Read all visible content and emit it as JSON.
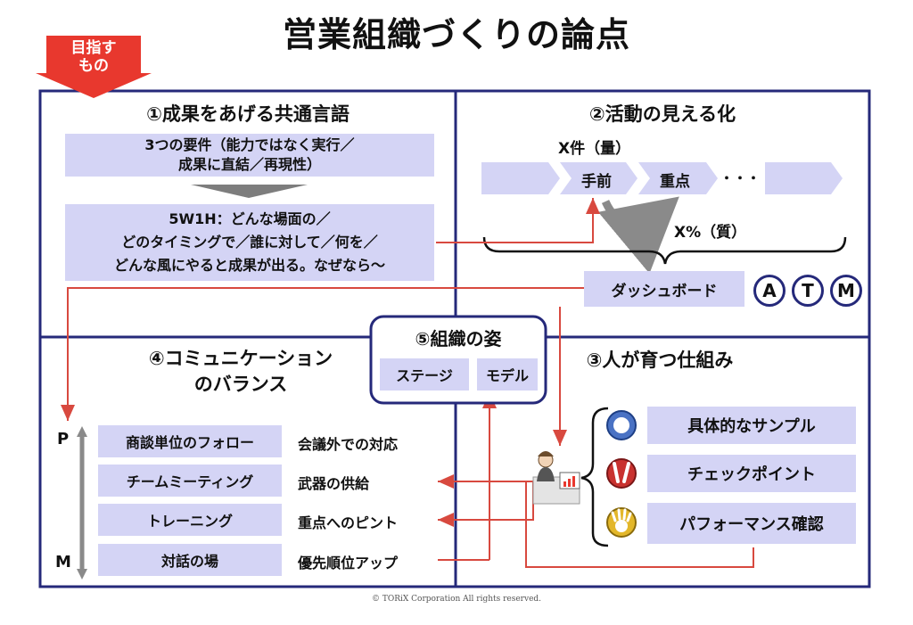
{
  "title": "営業組織づくりの論点",
  "goal_badge": "目指す\nもの",
  "q1": {
    "heading": "①成果をあげる共通言語",
    "box1": "3つの要件（能力ではなく実行／\n成果に直結／再現性）",
    "box2": "5W1H：どんな場面の／\nどのタイミングで／誰に対して／何を／\nどんな風にやると成果が出る。なぜなら〜"
  },
  "q2": {
    "heading": "②活動の見える化",
    "x_label": "X件（量）",
    "step_near": "手前",
    "step_key": "重点",
    "dots": "・・・",
    "x_pct_label": "X%（質）",
    "dashboard": "ダッシュボード",
    "atm": [
      "A",
      "T",
      "M"
    ]
  },
  "q4": {
    "heading": "④コミュニケーション\nのバランス",
    "p_label": "P",
    "m_label": "M",
    "rows": [
      {
        "left": "商談単位のフォロー",
        "right": "会議外での対応"
      },
      {
        "left": "チームミーティング",
        "right": "武器の供給"
      },
      {
        "left": "トレーニング",
        "right": "重点へのピント"
      },
      {
        "left": "対話の場",
        "right": "優先順位アップ"
      }
    ]
  },
  "q5": {
    "heading": "⑤組織の姿",
    "stage": "ステージ",
    "model": "モデル"
  },
  "q3": {
    "heading": "③人が育つ仕組み",
    "items": [
      "具体的なサンプル",
      "チェックポイント",
      "パフォーマンス確認"
    ]
  },
  "copyright": "© TORiX Corporation All rights reserved.",
  "colors": {
    "border": "#25297a",
    "box_fill": "#d4d4f5",
    "arrow_red": "#d8493f",
    "badge_red": "#e8382e"
  }
}
